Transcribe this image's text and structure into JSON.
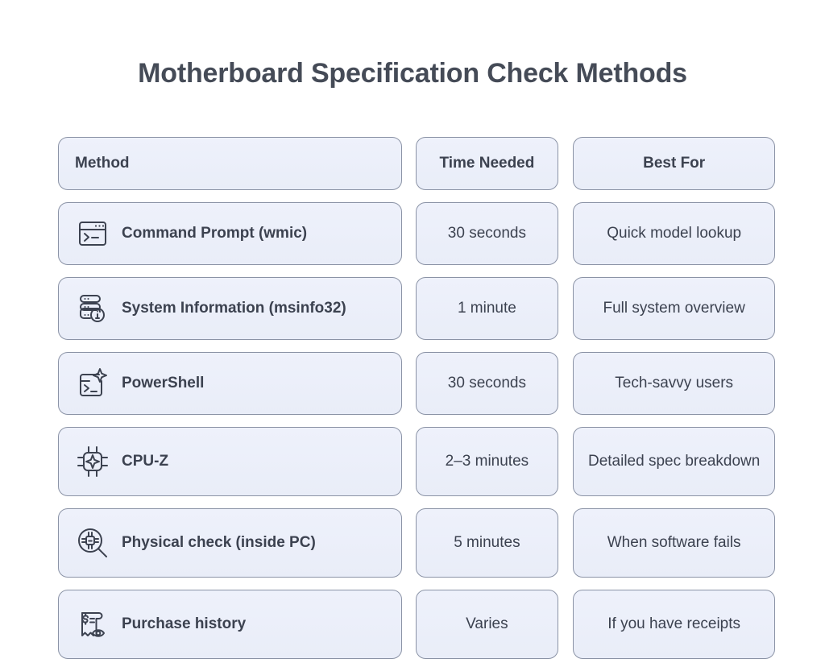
{
  "title": "Motherboard Specification Check Methods",
  "colors": {
    "cell_background": "#eef1fb",
    "cell_border": "#8b93a6",
    "text": "#3c4250",
    "title_text": "#454b57",
    "page_background": "#ffffff"
  },
  "table": {
    "headers": {
      "method": "Method",
      "time_needed": "Time Needed",
      "best_for": "Best For"
    },
    "rows": [
      {
        "icon": "terminal-window-icon",
        "method": "Command Prompt (wmic)",
        "time_needed": "30 seconds",
        "best_for": "Quick model lookup"
      },
      {
        "icon": "server-stack-info-icon",
        "method": "System Information (msinfo32)",
        "time_needed": "1 minute",
        "best_for": "Full system overview"
      },
      {
        "icon": "terminal-sparkle-icon",
        "method": "PowerShell",
        "time_needed": "30 seconds",
        "best_for": "Tech-savvy users"
      },
      {
        "icon": "cpu-chip-sparkle-icon",
        "method": "CPU-Z",
        "time_needed": "2–3 minutes",
        "best_for": "Detailed spec breakdown"
      },
      {
        "icon": "magnifier-chip-icon",
        "method": "Physical check (inside PC)",
        "time_needed": "5 minutes",
        "best_for": "When software fails"
      },
      {
        "icon": "receipt-eye-icon",
        "method": "Purchase history",
        "time_needed": "Varies",
        "best_for": "If you have receipts"
      }
    ]
  }
}
